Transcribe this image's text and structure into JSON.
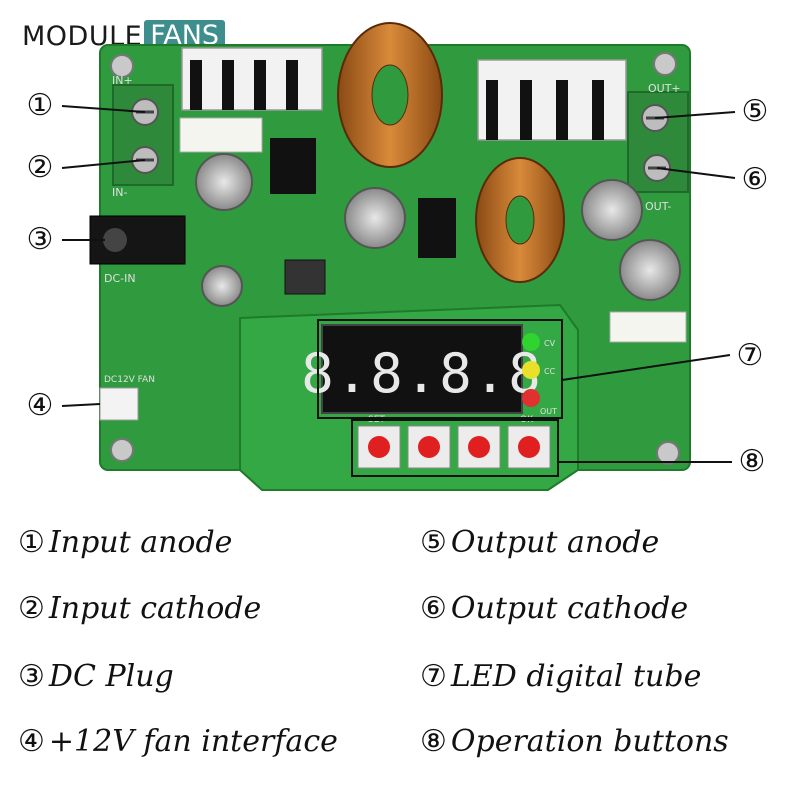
{
  "logo": {
    "part1": "MODULE",
    "part2": "FANS"
  },
  "colors": {
    "pcb": "#2f9a3e",
    "pcb_dark": "#1f7a2c",
    "display_digit": "#e8e8e8",
    "button": "#e02020",
    "led_green": "#2fd42f",
    "led_yellow": "#e8e02a",
    "led_red": "#e03030",
    "logo_bg": "#3e8e8e"
  },
  "display": {
    "digits": "8.8.8.8"
  },
  "board_labels": {
    "in_plus": "IN+",
    "in_minus": "IN-",
    "out_plus": "OUT+",
    "out_minus": "OUT-",
    "dc_in": "DC-IN",
    "fan": "DC12V FAN",
    "set": "SET",
    "ok": "OK",
    "cv": "CV",
    "cc": "CC",
    "out": "OUT"
  },
  "callouts": [
    {
      "num": "①"
    },
    {
      "num": "②"
    },
    {
      "num": "③"
    },
    {
      "num": "④"
    },
    {
      "num": "⑤"
    },
    {
      "num": "⑥"
    },
    {
      "num": "⑦"
    },
    {
      "num": "⑧"
    }
  ],
  "legend": [
    {
      "num": "①",
      "text": "Input anode"
    },
    {
      "num": "②",
      "text": "Input cathode"
    },
    {
      "num": "③",
      "text": "DC Plug"
    },
    {
      "num": "④",
      "text": "+12V fan interface"
    },
    {
      "num": "⑤",
      "text": "Output anode"
    },
    {
      "num": "⑥",
      "text": "Output cathode"
    },
    {
      "num": "⑦",
      "text": "LED digital tube"
    },
    {
      "num": "⑧",
      "text": "Operation buttons"
    }
  ]
}
